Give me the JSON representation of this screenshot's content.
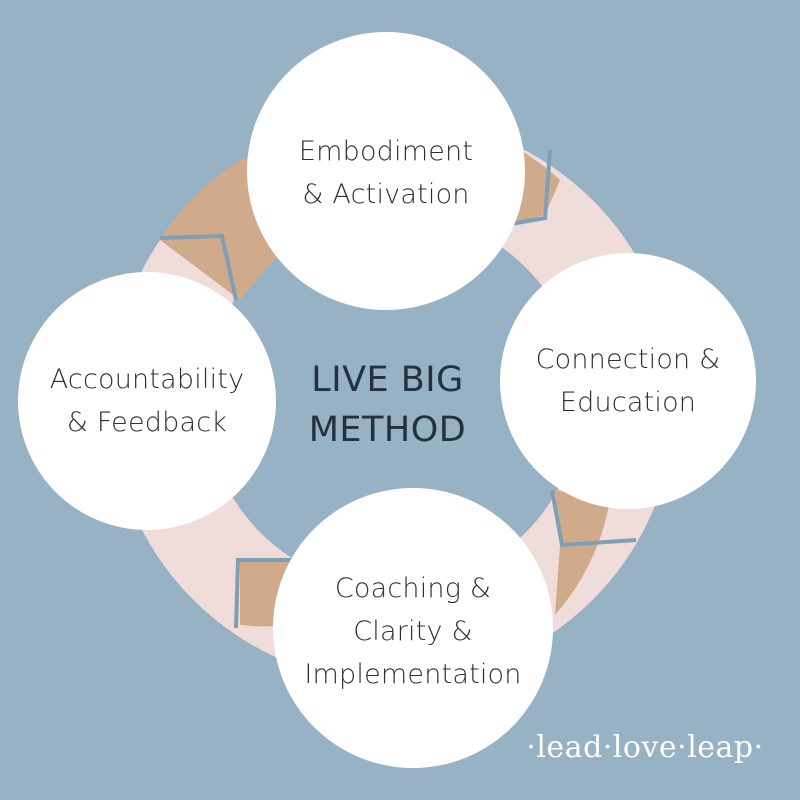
{
  "diagram": {
    "center_title": [
      "LIVE BIG",
      "METHOD"
    ],
    "stages": [
      {
        "id": "top",
        "lines": [
          "Embodiment",
          "& Activation"
        ]
      },
      {
        "id": "right",
        "lines": [
          "Connection &",
          "Education"
        ]
      },
      {
        "id": "bottom",
        "lines": [
          "Coaching &",
          "Clarity &",
          "Implementation"
        ]
      },
      {
        "id": "left",
        "lines": [
          "Accountability",
          "& Feedback"
        ]
      }
    ],
    "colors": {
      "background": "#97b1c5",
      "circle": "#ffffff",
      "arrow_tan": "#cfab8c",
      "arrow_pink": "#f0dcd8",
      "text": "#2f2f2f",
      "title": "#233140"
    }
  },
  "brand": {
    "logo_text": "·lead·love·leap·"
  }
}
